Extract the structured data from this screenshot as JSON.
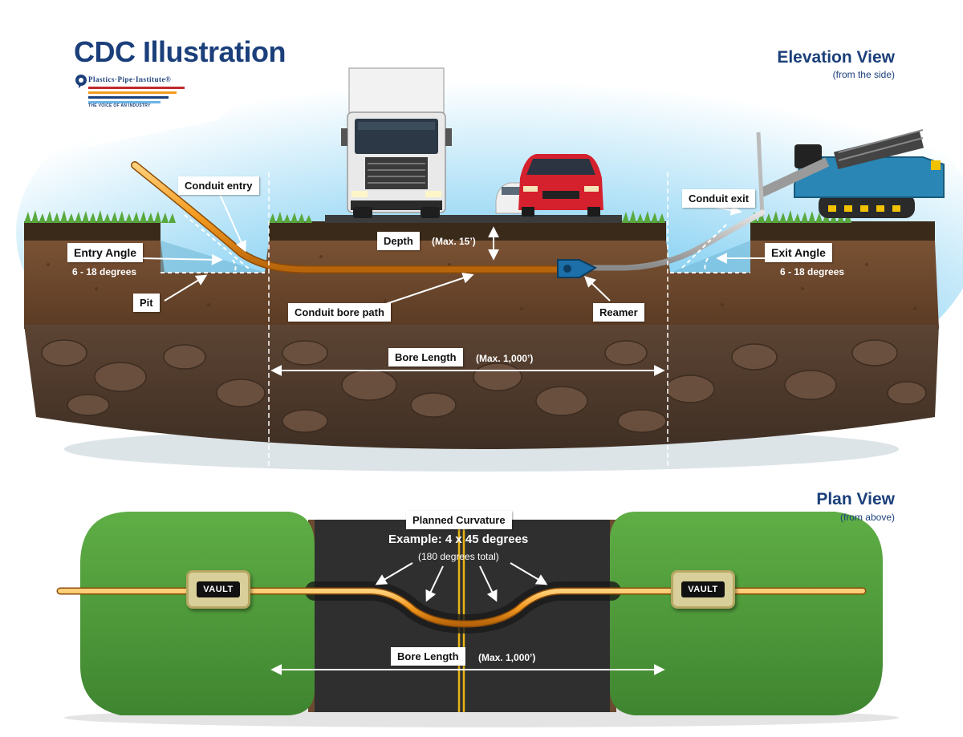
{
  "header": {
    "title": "CDC Illustration",
    "org_name": "Plastics·Pipe·Institute®",
    "org_tagline": "THE VOICE OF AN INDUSTRY"
  },
  "elevation": {
    "title": "Elevation View",
    "subtitle": "(from the side)",
    "labels": {
      "conduit_entry": "Conduit entry",
      "conduit_exit": "Conduit exit",
      "entry_angle": "Entry Angle",
      "entry_angle_range": "6 - 18 degrees",
      "exit_angle": "Exit Angle",
      "exit_angle_range": "6 - 18 degrees",
      "depth": "Depth",
      "depth_max": "(Max. 15’)",
      "pit": "Pit",
      "bore_path": "Conduit bore path",
      "reamer": "Reamer",
      "bore_length": "Bore Length",
      "bore_length_max": "(Max. 1,000’)"
    }
  },
  "plan": {
    "title": "Plan View",
    "subtitle": "(from above)",
    "planned_curvature": "Planned Curvature",
    "example": "Example: 4 x 45 degrees",
    "total": "(180 degrees total)",
    "vault_left": "VAULT",
    "vault_right": "VAULT",
    "bore_length": "Bore Length",
    "bore_length_max": "(Max. 1,000’)"
  },
  "colors": {
    "conduit": "#f39a1f",
    "brand_blue": "#1b3f7a",
    "grass": "#4f9a3a",
    "asphalt": "#2e2e2e",
    "soil": "#6e4a2e",
    "sky": "#5fc3ef"
  }
}
